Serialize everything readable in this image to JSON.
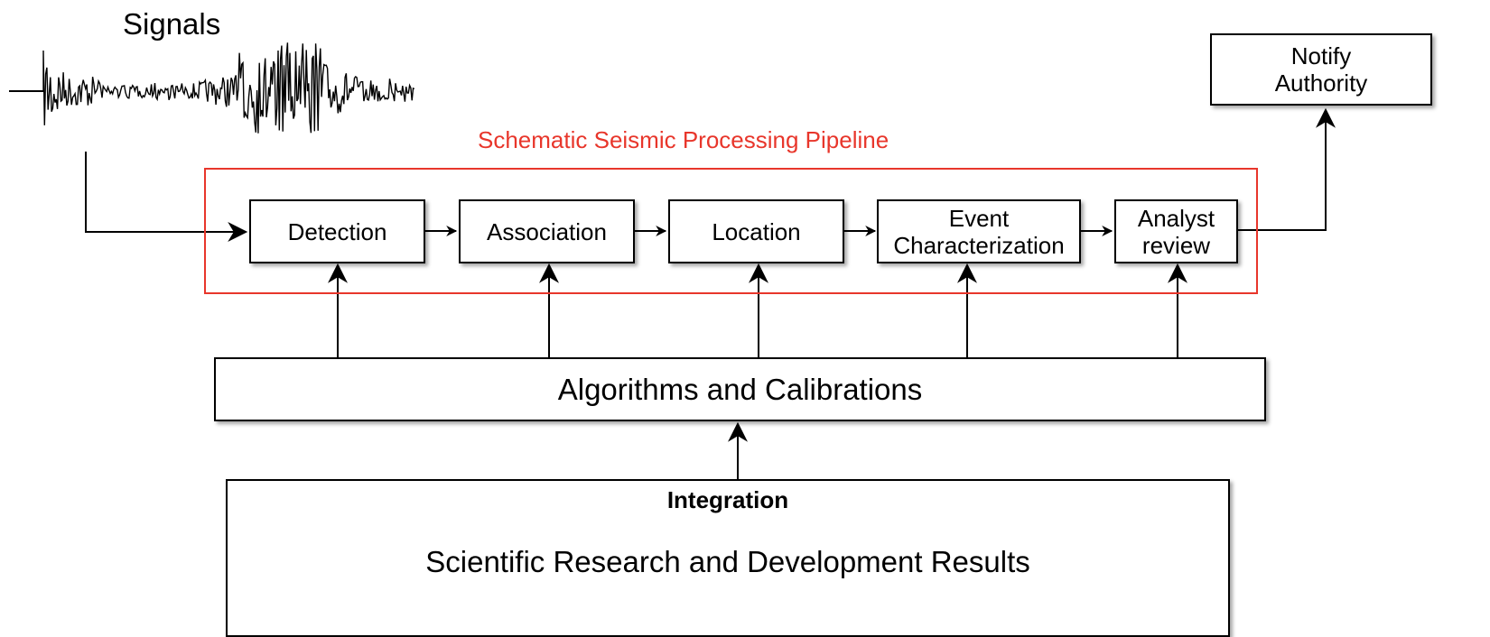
{
  "signals": {
    "title": "Signals",
    "waveform_icon": "seismic-waveform-icon"
  },
  "pipeline": {
    "label": "Schematic Seismic Processing Pipeline",
    "frame_color": "#e8362b",
    "stages": [
      {
        "line1": "Detection",
        "line2": ""
      },
      {
        "line1": "Association",
        "line2": ""
      },
      {
        "line1": "Location",
        "line2": ""
      },
      {
        "line1": "Event",
        "line2": "Characterization"
      },
      {
        "line1": "Analyst",
        "line2": "review"
      }
    ]
  },
  "notify": {
    "line1": "Notify",
    "line2": "Authority"
  },
  "algorithms": {
    "label": "Algorithms and Calibrations"
  },
  "research": {
    "heading": "Integration",
    "label": "Scientific Research and Development Results"
  }
}
